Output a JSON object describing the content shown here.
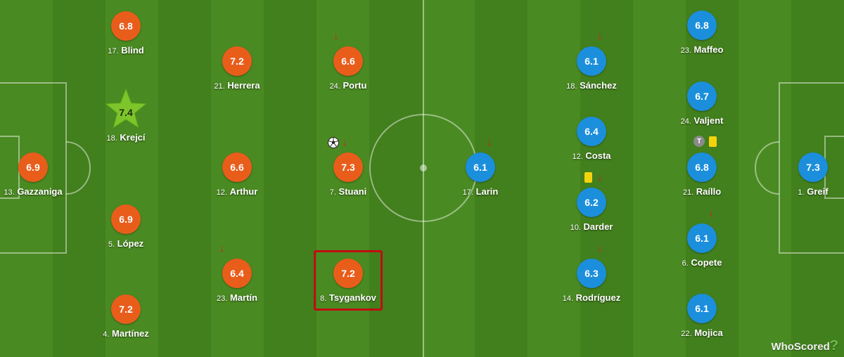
{
  "home_players": [
    {
      "rating": "6.8",
      "number": "17.",
      "name": "Blind"
    },
    {
      "rating": "7.2",
      "number": "21.",
      "name": "Herrera"
    },
    {
      "rating": "6.6",
      "number": "24.",
      "name": "Portu"
    },
    {
      "rating": "7.4",
      "number": "18.",
      "name": "Krejcí"
    },
    {
      "rating": "6.9",
      "number": "13.",
      "name": "Gazzaniga"
    },
    {
      "rating": "6.6",
      "number": "12.",
      "name": "Arthur"
    },
    {
      "rating": "7.3",
      "number": "7.",
      "name": "Stuani"
    },
    {
      "rating": "6.9",
      "number": "5.",
      "name": "López"
    },
    {
      "rating": "6.4",
      "number": "23.",
      "name": "Martín"
    },
    {
      "rating": "7.2",
      "number": "8.",
      "name": "Tsygankov"
    },
    {
      "rating": "7.2",
      "number": "4.",
      "name": "Martínez"
    }
  ],
  "away_players": [
    {
      "rating": "6.1",
      "number": "17.",
      "name": "Larin"
    },
    {
      "rating": "6.1",
      "number": "18.",
      "name": "Sánchez"
    },
    {
      "rating": "6.4",
      "number": "12.",
      "name": "Costa"
    },
    {
      "rating": "6.2",
      "number": "10.",
      "name": "Darder"
    },
    {
      "rating": "6.3",
      "number": "14.",
      "name": "Rodríguez"
    },
    {
      "rating": "6.8",
      "number": "23.",
      "name": "Maffeo"
    },
    {
      "rating": "6.7",
      "number": "24.",
      "name": "Valjent"
    },
    {
      "rating": "6.8",
      "number": "21.",
      "name": "Raíllo"
    },
    {
      "rating": "6.1",
      "number": "6.",
      "name": "Copete"
    },
    {
      "rating": "6.1",
      "number": "22.",
      "name": "Mojica"
    },
    {
      "rating": "7.3",
      "number": "1.",
      "name": "Greif"
    }
  ],
  "icons": {
    "sub_arrow": "↓",
    "captain": "T",
    "ball": "soccer-ball-icon",
    "card": "yellow-card-icon",
    "star": "star-icon"
  },
  "colors": {
    "home": "#e95d1b",
    "away": "#1b8fdc",
    "motm": "#7dc52a",
    "highlight": "#c00d12"
  },
  "logo": {
    "text": "WhoScored",
    "mark": "?"
  }
}
